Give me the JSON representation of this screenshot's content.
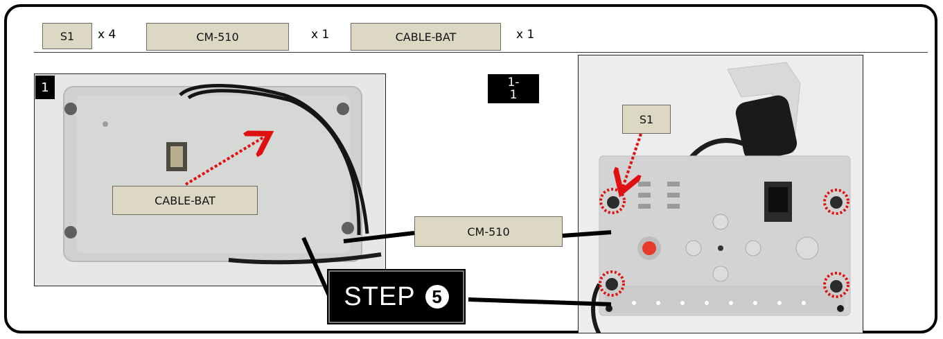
{
  "parts": [
    {
      "label": "S1",
      "qty": "x 4"
    },
    {
      "label": "CM-510",
      "qty": "x 1"
    },
    {
      "label": "CABLE-BAT",
      "qty": "x 1"
    }
  ],
  "panel1": {
    "badge": "1",
    "callout": "CABLE-BAT"
  },
  "panel2": {
    "badge": "1-\n1",
    "callout_screw": "S1",
    "callout_controller": "CM-510"
  },
  "step": {
    "text": "STEP",
    "number": "5"
  },
  "colors": {
    "label_fill": "#ddd8c4",
    "arrow_red": "#e01010",
    "frame": "#000000"
  }
}
